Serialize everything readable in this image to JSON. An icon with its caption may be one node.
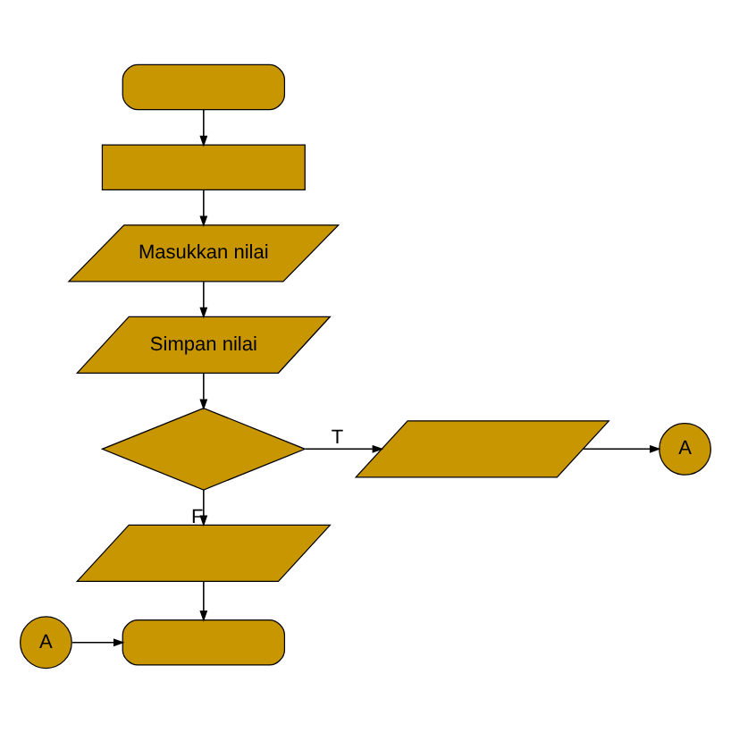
{
  "diagram": {
    "nodes": [
      {
        "text": [],
        "shape": "terminator"
      },
      {
        "text": [],
        "shape": "box"
      },
      {
        "text": [
          "Masukkan nilai"
        ]
      },
      {
        "text": [
          "Simpan nilai"
        ]
      },
      {
        "text": [],
        "shape": "diamond"
      },
      {
        "text": [],
        "shape": "parallelogram"
      },
      {
        "text": [
          "A"
        ]
      },
      {
        "text": [],
        "shape": "parallelogram"
      },
      {
        "text": [
          "A"
        ]
      },
      {
        "text": [],
        "shape": "terminator"
      }
    ],
    "edges": [
      {
        "from": 0,
        "to": 1,
        "arrow": "to"
      },
      {
        "from": 1,
        "to": 2,
        "arrow": "to"
      },
      {
        "from": 2,
        "to": 3,
        "arrow": "to"
      },
      {
        "from": 3,
        "to": 4,
        "arrow": "to"
      },
      {
        "from": 4,
        "to": 5,
        "arrow": "to",
        "label": "T"
      },
      {
        "from": 5,
        "to": 6,
        "arrow": "to"
      },
      {
        "from": 4,
        "to": 7,
        "arrow": "to",
        "label": "F"
      },
      {
        "from": 7,
        "to": 9,
        "arrow": "to"
      },
      {
        "from": 8,
        "to": 9,
        "arrow": "to"
      }
    ]
  }
}
